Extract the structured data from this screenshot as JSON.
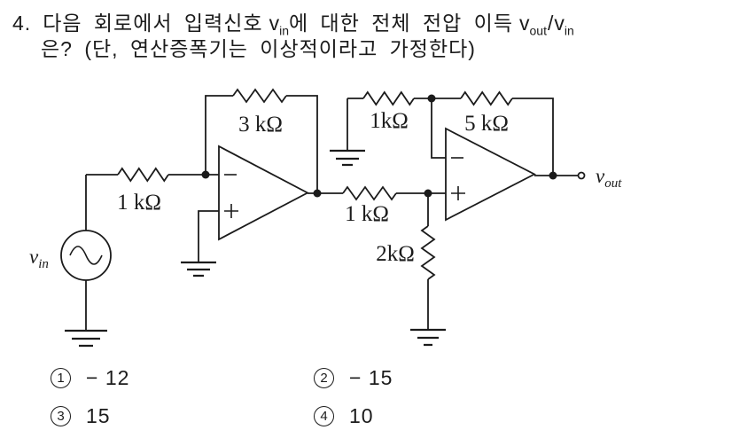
{
  "page": {
    "background": "#ffffff",
    "ink": "#1b1b1b"
  },
  "question": {
    "number": "4.",
    "line1_seg1": "다음 회로에서 입력신호",
    "v_in": {
      "base": "v",
      "sub": "in"
    },
    "line1_seg2": "에 대한 전체 전압 이득",
    "v_out": {
      "base": "v",
      "sub": "out"
    },
    "slash": "/",
    "v_in2": {
      "base": "v",
      "sub": "in"
    },
    "line2": "은? (단, 연산증폭기는 이상적이라고 가정한다)"
  },
  "circuit": {
    "resistor_labels": [
      "1 kΩ",
      "3 kΩ",
      "1 kΩ",
      "2kΩ",
      "1kΩ",
      "5 kΩ"
    ],
    "source_label": {
      "base": "v",
      "sub": "in"
    },
    "output_label": {
      "base": "v",
      "sub": "out"
    },
    "opamp1": {
      "minus": "−",
      "plus": "+"
    },
    "opamp2": {
      "minus": "−",
      "plus": "+"
    }
  },
  "choices": [
    {
      "marker": "1",
      "text": "− 12"
    },
    {
      "marker": "2",
      "text": "− 15"
    },
    {
      "marker": "3",
      "text": "15"
    },
    {
      "marker": "4",
      "text": "10"
    }
  ]
}
